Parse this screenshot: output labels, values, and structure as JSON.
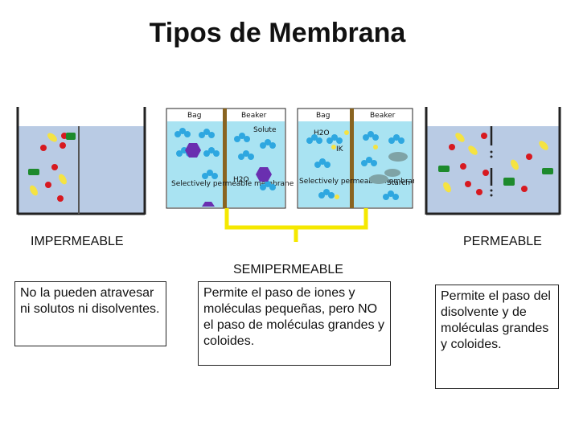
{
  "title": "Tipos de Membrana",
  "labels": {
    "impermeable": "IMPERMEABLE",
    "semipermeable": "SEMIPERMEABLE",
    "permeable": "PERMEABLE"
  },
  "diagram": {
    "left_panel": {
      "bag": "Bag",
      "beaker": "Beaker",
      "solute": "Solute",
      "water": "H2O",
      "membrane": "Selectively permeable membrane"
    },
    "right_panel": {
      "bag": "Bag",
      "beaker": "Beaker",
      "water": "H2O",
      "ik": "IK",
      "starch": "Starch",
      "membrane": "Selectively permeable membrane"
    }
  },
  "descriptions": {
    "impermeable": "No la pueden atravesar ni solutos ni disolventes.",
    "semipermeable": "Permite el paso de iones y moléculas pequeñas, pero NO el paso de moléculas grandes y coloides.",
    "permeable": "Permite el paso del disolvente y de moléculas grandes y coloides."
  }
}
